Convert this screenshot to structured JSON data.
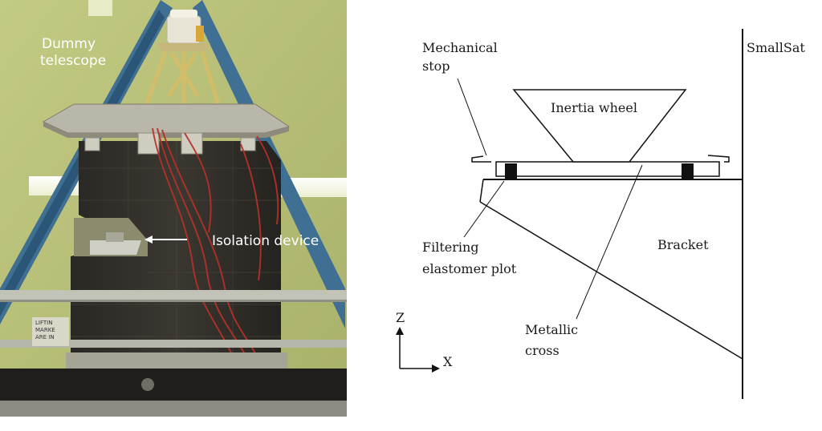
{
  "photo": {
    "label_dummy_telescope_line1": "Dummy",
    "label_dummy_telescope_line2": "telescope",
    "label_isolation_device": "Isolation device",
    "placard_line1": "LIFTIN",
    "placard_line2": "MARKE",
    "placard_line3": "ARE IN"
  },
  "diagram": {
    "mechanical_stop_line1": "Mechanical",
    "mechanical_stop_line2": "stop",
    "inertia_wheel": "Inertia wheel",
    "smallsat": "SmallSat",
    "bracket": "Bracket",
    "filtering_line1": "Filtering",
    "filtering_line2": "elastomer plot",
    "metallic_line1": "Metallic",
    "metallic_line2": "cross",
    "axis_z": "Z",
    "axis_x": "X"
  }
}
